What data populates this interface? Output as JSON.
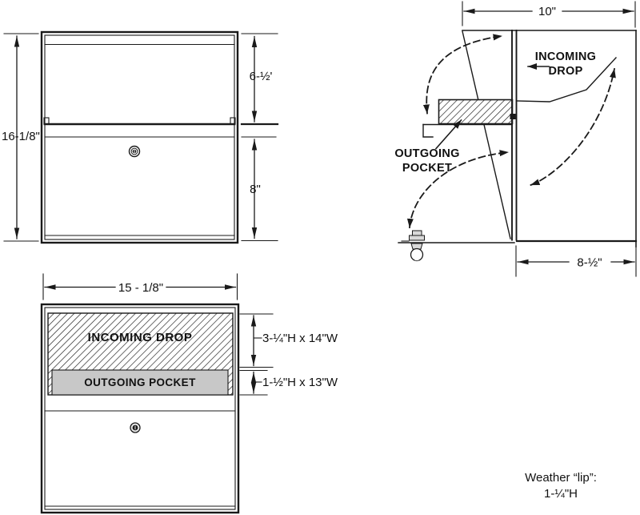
{
  "front_view": {
    "overall_height": "16-1/8\"",
    "top_section_height": "6-½'",
    "door_height": "8\""
  },
  "side_view": {
    "top_depth": "10\"",
    "incoming_word1": "INCOMING",
    "incoming_word2": "DROP",
    "outgoing_word1": "OUTGOING",
    "outgoing_word2": "POCKET",
    "bottom_depth": "8-½\""
  },
  "slot_view": {
    "width": "15 - 1/8\"",
    "incoming_label": "INCOMING DROP",
    "outgoing_label": "OUTGOING POCKET",
    "incoming_size": "3-¼\"H x 14\"W",
    "outgoing_size": "1-½\"H x 13\"W"
  },
  "note": {
    "line1": "Weather “lip”:",
    "line2": "1-¼\"H"
  },
  "icons": {
    "lock": "lock-icon",
    "bolt": "bolt-icon"
  },
  "colors": {
    "line": "#1a1a1a",
    "pocket_fill": "#c8c8c8",
    "bolt_fill": "#d9d9d9",
    "background": "#ffffff"
  }
}
